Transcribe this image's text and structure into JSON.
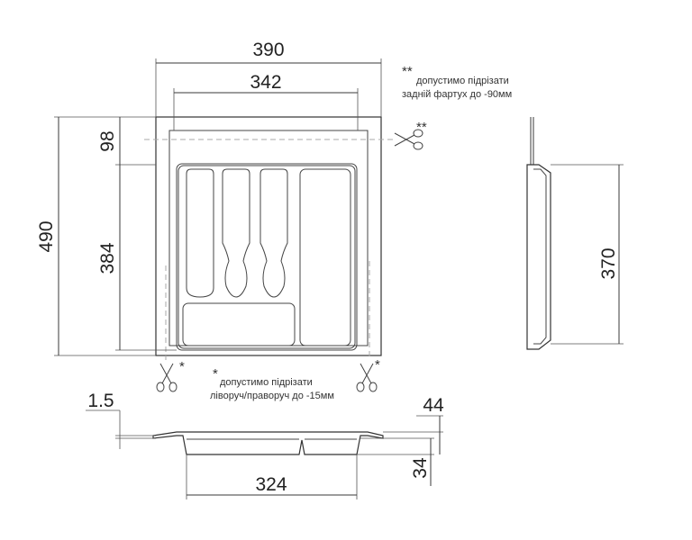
{
  "dimensions": {
    "total_width": "390",
    "inner_width": "342",
    "total_depth": "490",
    "back_cut": "98",
    "inner_depth": "384",
    "side_depth": "370",
    "wall_thickness": "1.5",
    "height_total": "44",
    "height_inner": "34",
    "bottom_width": "324"
  },
  "notes": {
    "back_star": "**",
    "back_line1": "допустимо підрізати",
    "back_line2": "задній фартух до -90мм",
    "scissor_star_double": "**",
    "side_star": "*",
    "side_line1": "допустимо підрізати",
    "side_line2": "ліворуч/праворуч до -15мм",
    "scissor_star_left": "*",
    "scissor_star_right": "*"
  },
  "icons": {
    "scissors": "scissors-icon"
  }
}
